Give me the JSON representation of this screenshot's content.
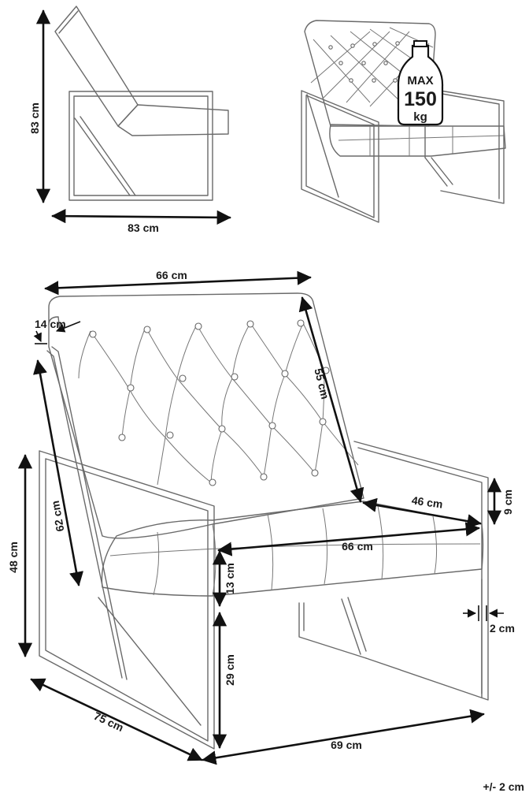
{
  "dimensions": {
    "side_height": "83 cm",
    "side_depth": "83 cm",
    "overall_width": "66 cm",
    "armrest_width": "14 cm",
    "backrest_height": "55 cm",
    "armrest_height": "62 cm",
    "front_height": "48 cm",
    "seat_depth": "46 cm",
    "seat_width": "66 cm",
    "arm_above_seat": "9 cm",
    "seat_cushion": "13 cm",
    "frame_tube": "2 cm",
    "seat_height": "29 cm",
    "depth": "75 cm",
    "width": "69 cm"
  },
  "max_load": {
    "line1": "MAX",
    "line2": "150",
    "line3": "kg"
  },
  "tolerance": "+/- 2 cm"
}
